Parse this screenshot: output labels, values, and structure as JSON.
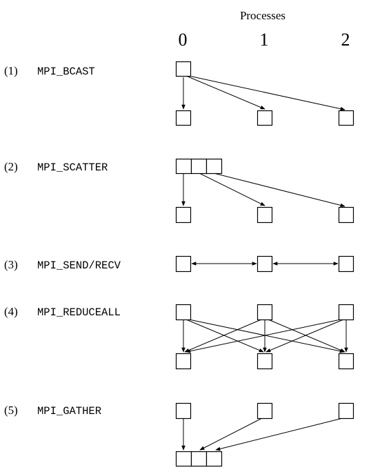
{
  "header": {
    "title": "Processes",
    "columns": [
      "0",
      "1",
      "2"
    ]
  },
  "operations": [
    {
      "number": "(1)",
      "name": "MPI_BCAST"
    },
    {
      "number": "(2)",
      "name": "MPI_SCATTER"
    },
    {
      "number": "(3)",
      "name": "MPI_SEND/RECV"
    },
    {
      "number": "(4)",
      "name": "MPI_REDUCEALL"
    },
    {
      "number": "(5)",
      "name": "MPI_GATHER"
    }
  ],
  "colors": {
    "line": "#000000",
    "background": "#ffffff"
  }
}
